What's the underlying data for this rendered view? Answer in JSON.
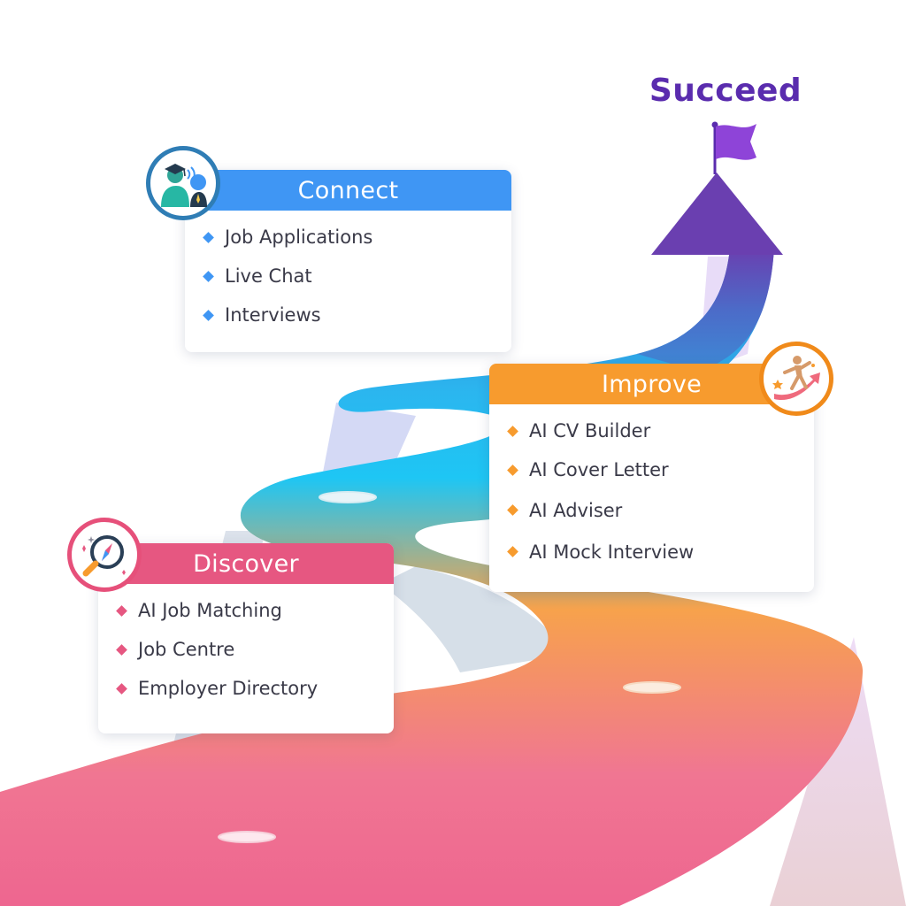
{
  "title": "Succeed",
  "stages": {
    "connect": {
      "heading": "Connect",
      "items": [
        "Job Applications",
        "Live Chat",
        "Interviews"
      ],
      "color": "#3f96f4",
      "icon": "people-talking-icon"
    },
    "improve": {
      "heading": "Improve",
      "items": [
        "AI CV Builder",
        "AI Cover Letter",
        "AI Adviser",
        "AI Mock Interview"
      ],
      "color": "#f79b2e",
      "icon": "person-climbing-arrow-icon"
    },
    "discover": {
      "heading": "Discover",
      "items": [
        "AI Job Matching",
        "Job Centre",
        "Employer Directory"
      ],
      "color": "#e65781",
      "icon": "compass-magnifier-icon"
    }
  },
  "colors": {
    "title": "#5a2cae",
    "flag": "#8e44d8",
    "arrow": "#6a3fb0"
  }
}
